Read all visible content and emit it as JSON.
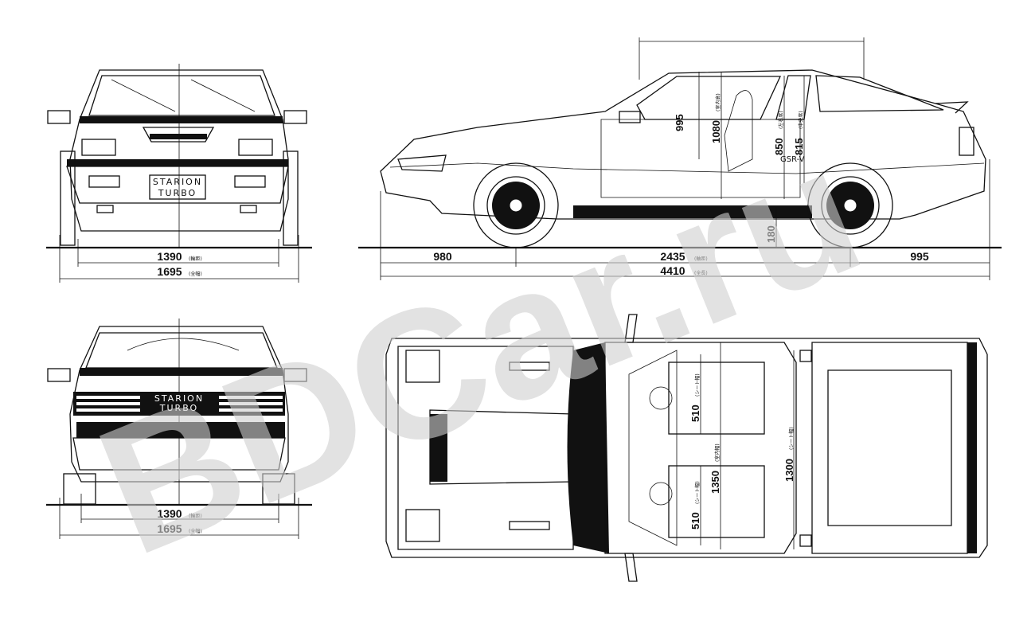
{
  "watermark": "BDCar.ru",
  "front_view": {
    "badge_line1": "STARION",
    "badge_line2": "TURBO",
    "track": {
      "value": "1390",
      "unit": "(輪距)"
    },
    "width": {
      "value": "1695",
      "unit": "(全幅)"
    }
  },
  "rear_view": {
    "badge_line1": "STARION",
    "badge_line2": "TURBO",
    "track": {
      "value": "1390",
      "unit": "(輪距)"
    },
    "width": {
      "value": "1695",
      "unit": "(全幅)"
    }
  },
  "side_view": {
    "emblem": "GSR-V",
    "front_overhang": {
      "value": "980"
    },
    "wheelbase": {
      "value": "2435",
      "unit": "(軸距)"
    },
    "rear_overhang": {
      "value": "995"
    },
    "length": {
      "value": "4410",
      "unit": "(全長)"
    },
    "seat_to_roof": {
      "value": "995"
    },
    "interior_height": {
      "value": "1080",
      "unit": "(室内高)"
    },
    "left_right_height": {
      "value": "850",
      "unit": "(左右席)"
    },
    "center_height": {
      "value": "815",
      "unit": "(中央席)"
    },
    "ground_clearance": {
      "value": "180"
    }
  },
  "top_view": {
    "seat_width_front": {
      "value": "510",
      "unit": "(シート幅)"
    },
    "interior_width": {
      "value": "1350",
      "unit": "(室内幅)"
    },
    "seat_width_rear": {
      "value": "510",
      "unit": "(シート幅)"
    },
    "seat_span": {
      "value": "1300",
      "unit": "(シート幅)"
    }
  }
}
